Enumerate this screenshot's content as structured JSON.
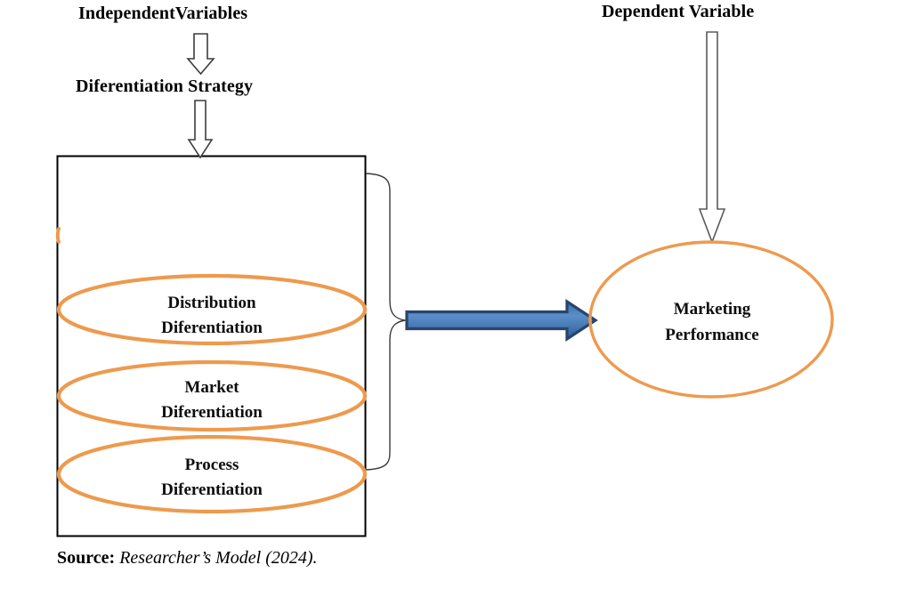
{
  "diagram": {
    "headers": {
      "independent": "IndependentVariables",
      "strategy": "Diferentiation Strategy",
      "dependent": "Dependent Variable"
    },
    "independent_nodes": [
      {
        "line1": "Distribution",
        "line2": "Diferentiation"
      },
      {
        "line1": "Market",
        "line2": "Diferentiation"
      },
      {
        "line1": "Process",
        "line2": "Diferentiation"
      }
    ],
    "dependent_node": {
      "line1": "Marketing",
      "line2": "Performance"
    },
    "caption": {
      "label": "Source:",
      "value": "Researcher’s Model (2024)."
    },
    "colors": {
      "ellipse_stroke": "#ED9A4E",
      "container_stroke": "#000000",
      "brace_stroke": "#3B3B3B",
      "arrow_outline": "#26456E",
      "arrow_fill_light": "#5B8FC9",
      "arrow_fill_dark": "#2E5B96",
      "hollow_arrow_fill": "#FFFFFF",
      "hollow_arrow_stroke": "#404040",
      "text": "#000000"
    }
  }
}
